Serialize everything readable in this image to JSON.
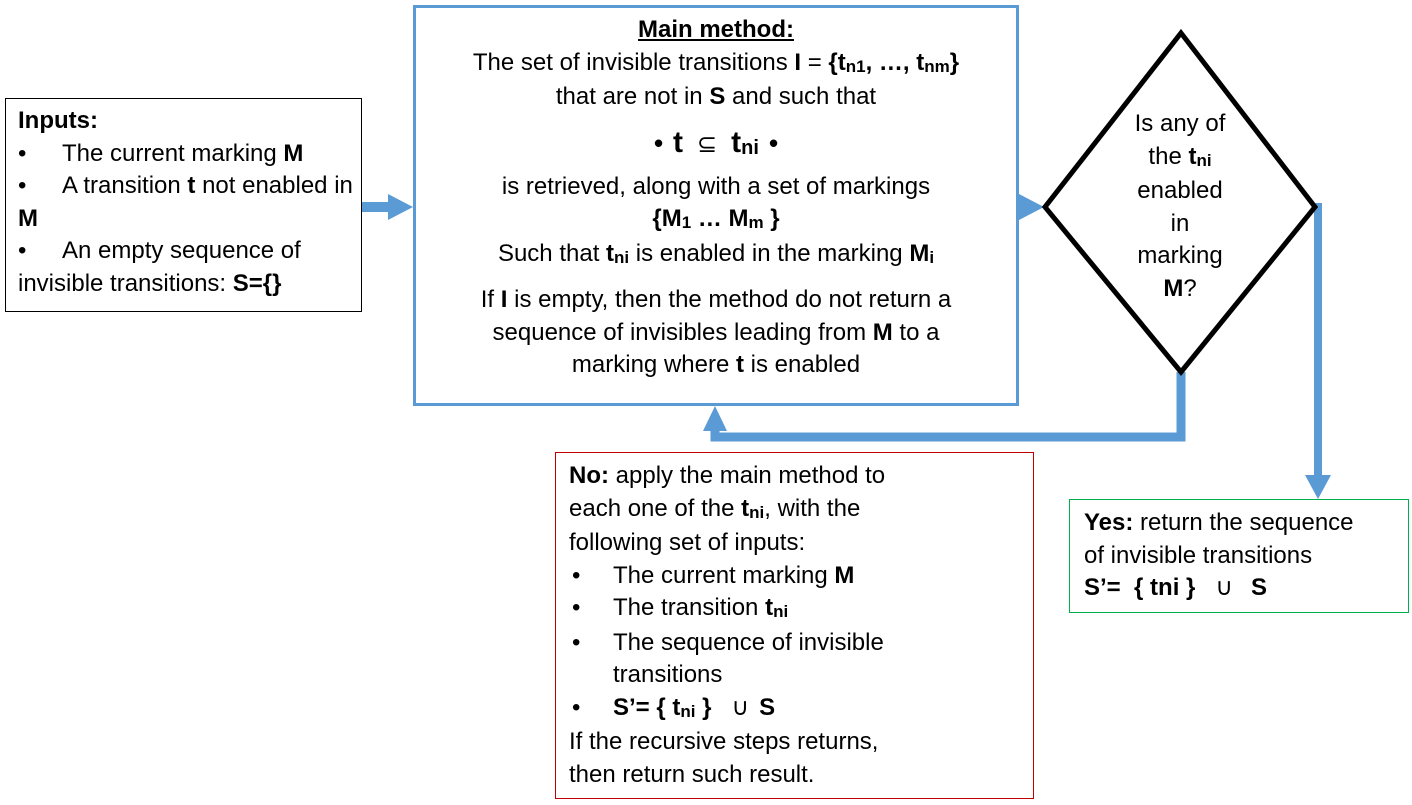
{
  "inputs": {
    "title": "Inputs:",
    "item1_pre": "The current marking ",
    "item1_bold": "M",
    "item2_pre": "A transition ",
    "item2_bold1": "t",
    "item2_mid": " not enabled in ",
    "item2_bold2": "M",
    "item3_pre": "An empty sequence of invisible transitions: ",
    "item3_bold": "S={}"
  },
  "main": {
    "title": "Main method:",
    "line1_pre": "The set of invisible transitions ",
    "line1_I": "I",
    "line1_eq": " = ",
    "line1_set_open": "{t",
    "line1_sub1": "n1",
    "line1_set_mid": ", …, t",
    "line1_subm": "nm",
    "line1_set_close": "}",
    "line2_pre": "that are not in ",
    "line2_S": "S",
    "line2_post": " and such that",
    "formula_dot1": "•",
    "formula_t": "t",
    "formula_subset": "⊆",
    "formula_tn": "t",
    "formula_sub": "ni",
    "formula_dot2": "•",
    "line3": "is retrieved, along with a set of markings",
    "markings_open": "{M",
    "markings_sub1": "1",
    "markings_mid": " … M",
    "markings_subm": "m",
    "markings_close": " }",
    "line5_pre": "Such that ",
    "line5_t": "t",
    "line5_tsub": "ni",
    "line5_mid": " is enabled in the marking ",
    "line5_M": "M",
    "line5_Msub": "i",
    "line6_pre": "If ",
    "line6_I": "I",
    "line6_post": " is empty, then the method do not return a",
    "line7_pre": "sequence of invisibles leading from ",
    "line7_M": "M",
    "line7_post": " to a",
    "line8_pre": "marking where ",
    "line8_t": "t",
    "line8_post": " is enabled"
  },
  "decision": {
    "line1": "Is any of",
    "line2_pre": "the ",
    "line2_t": "t",
    "line2_sub": "ni",
    "line3": "enabled",
    "line4": "in",
    "line5": "marking",
    "line6_M": "M",
    "line6_q": "?"
  },
  "no_branch": {
    "label": "No:",
    "line1": " apply the main method to",
    "line2_pre": "each one of the ",
    "line2_t": "t",
    "line2_sub": "ni",
    "line2_post": ", with the",
    "line3": "following set of inputs:",
    "item1_pre": "The current marking ",
    "item1_bold": "M",
    "item2_pre": "The transition ",
    "item2_t": "t",
    "item2_sub": "ni",
    "item3": "The sequence of invisible transitions",
    "item4_pre": "S’= { t",
    "item4_sub": "ni",
    "item4_mid": " }",
    "item4_cup": "∪",
    "item4_S": "S",
    "line4": "If the recursive steps returns,",
    "line5": "then return such result."
  },
  "yes_branch": {
    "label": "Yes:",
    "line1": " return the sequence",
    "line2": "of invisible transitions",
    "line3_pre": "S’=  { tni }",
    "line3_cup": "∪",
    "line3_S": "S"
  },
  "colors": {
    "arrow": "#5b9bd5",
    "main_border": "#5b9bd5",
    "no_border": "#c00000",
    "yes_border": "#00b050",
    "diamond": "#000000"
  }
}
